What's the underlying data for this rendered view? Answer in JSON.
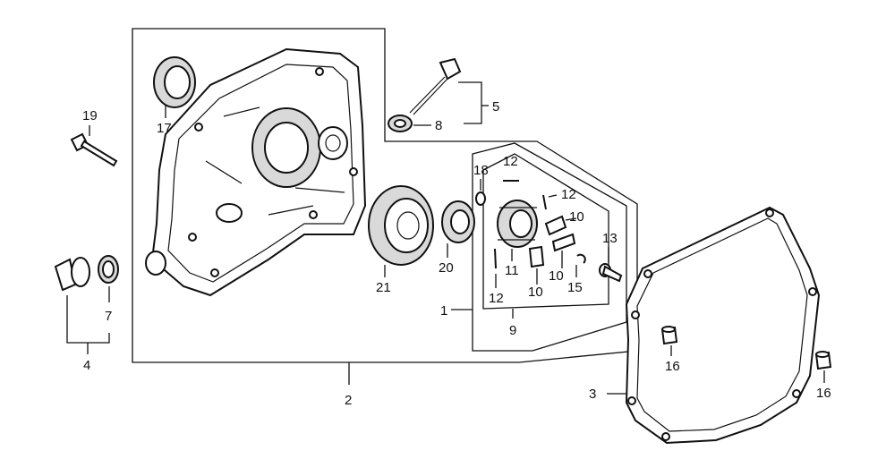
{
  "callouts": {
    "c1": "1",
    "c2": "2",
    "c3": "3",
    "c4": "4",
    "c5": "5",
    "c7": "7",
    "c8": "8",
    "c9": "9",
    "c10a": "10",
    "c10b": "10",
    "c10c": "10",
    "c11": "11",
    "c12a": "12",
    "c12b": "12",
    "c12c": "12",
    "c13": "13",
    "c15": "15",
    "c16a": "16",
    "c16b": "16",
    "c17": "17",
    "c18": "18",
    "c19": "19",
    "c20": "20",
    "c21": "21"
  }
}
